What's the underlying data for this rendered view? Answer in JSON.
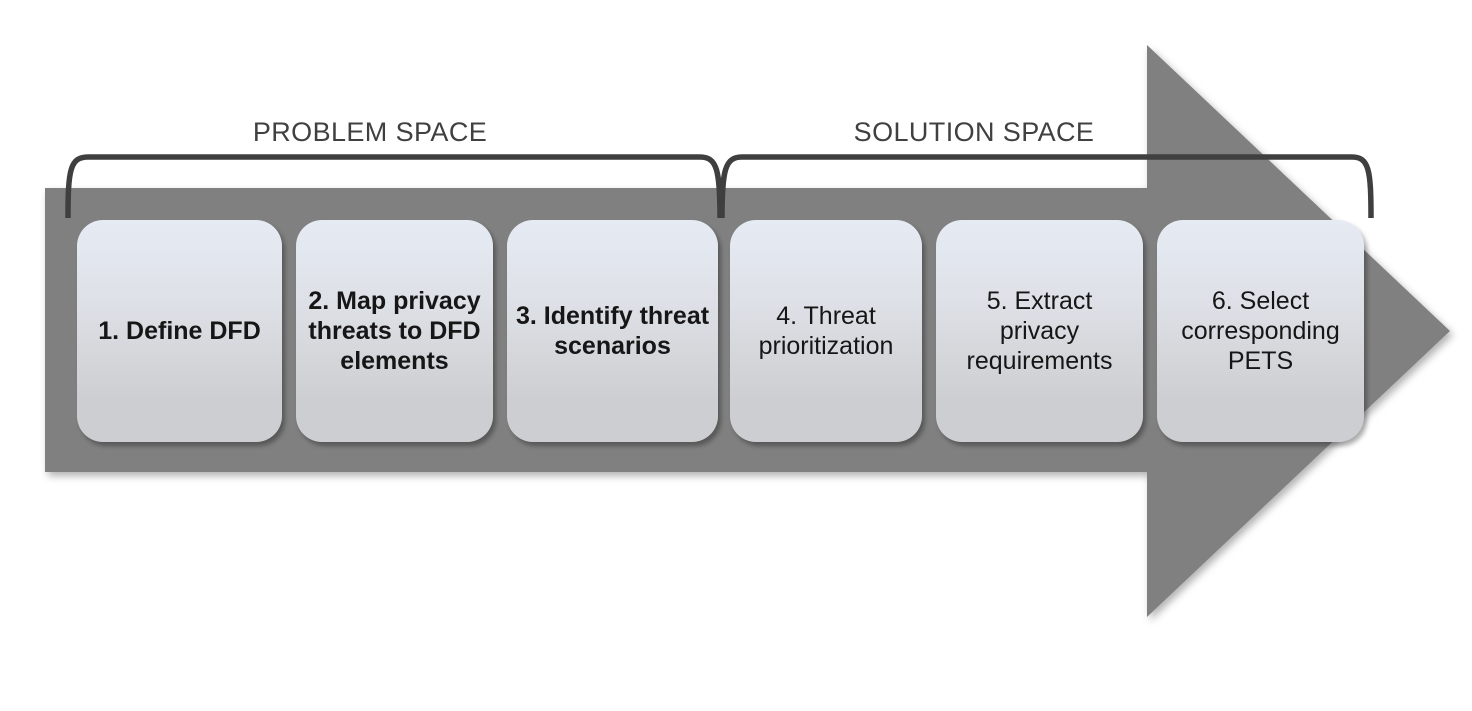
{
  "diagram": {
    "title": "Privacy threat modeling methodology process flow",
    "type": "process-arrow",
    "background_color": "#ffffff",
    "arrow": {
      "name": "process-arrow",
      "fill_color": "#808080",
      "direction": "right"
    },
    "phases": [
      {
        "id": "problem-space",
        "label": "PROBLEM SPACE",
        "emphasis": "bold-steps",
        "step_ids": [
          1,
          2,
          3
        ]
      },
      {
        "id": "solution-space",
        "label": "SOLUTION SPACE",
        "emphasis": "regular-steps",
        "step_ids": [
          4,
          5,
          6
        ]
      }
    ],
    "steps": [
      {
        "number": "1",
        "label": "1. Define DFD",
        "bold": true,
        "phase": "problem-space"
      },
      {
        "number": "2",
        "label": "2. Map privacy threats to DFD elements",
        "bold": true,
        "phase": "problem-space"
      },
      {
        "number": "3",
        "label": "3. Identify threat scenarios",
        "bold": true,
        "phase": "problem-space"
      },
      {
        "number": "4",
        "label": "4. Threat prioritization",
        "bold": false,
        "phase": "solution-space"
      },
      {
        "number": "5",
        "label": "5. Extract privacy requirements",
        "bold": false,
        "phase": "solution-space"
      },
      {
        "number": "6",
        "label": "6. Select corresponding PETS",
        "bold": false,
        "phase": "solution-space"
      }
    ],
    "colors": {
      "arrow_grey": "#808080",
      "box_gradient_top": "#e6eaf2",
      "box_gradient_bottom": "#cdced1",
      "bracket_stroke": "#3f3f3f",
      "label_text": "#404040",
      "step_text": "#161616"
    }
  }
}
